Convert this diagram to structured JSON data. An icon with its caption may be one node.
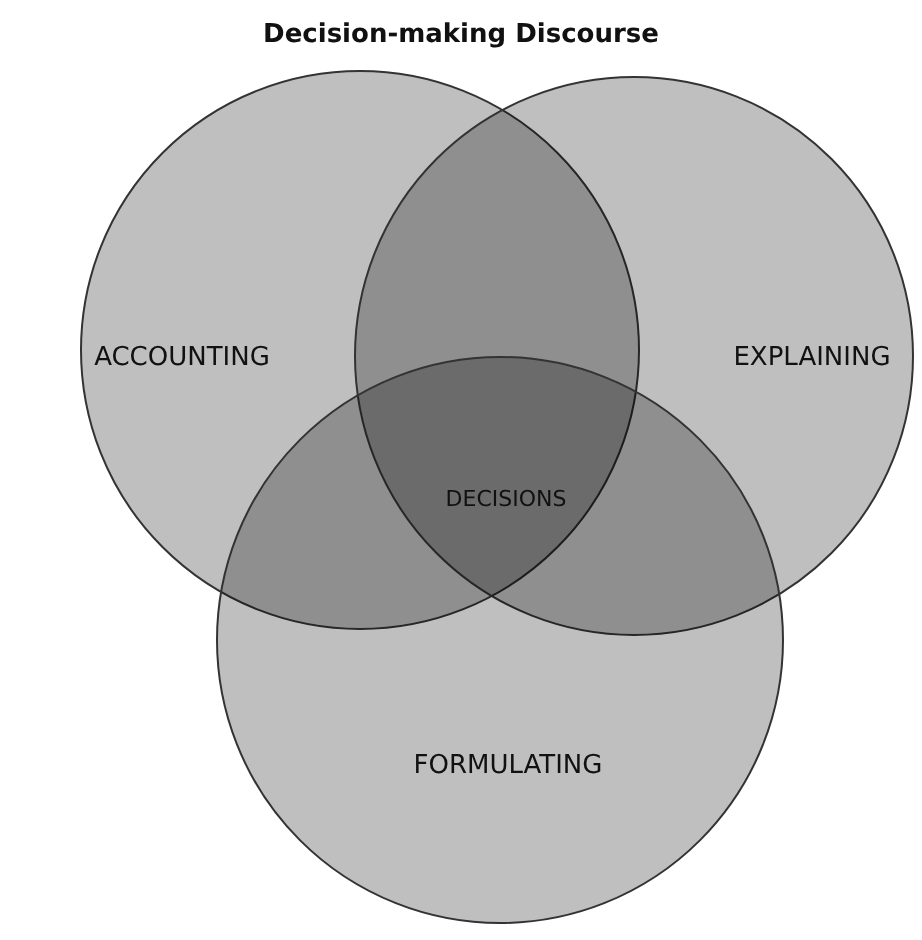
{
  "diagram": {
    "title": "Decision-making Discourse",
    "nodes": [
      {
        "text": [
          "ACCOUNTING"
        ]
      },
      {
        "text": [
          "EXPLAINING"
        ]
      },
      {
        "text": [
          "FORMULATING"
        ]
      }
    ],
    "labels": [
      "DECISIONS"
    ]
  }
}
